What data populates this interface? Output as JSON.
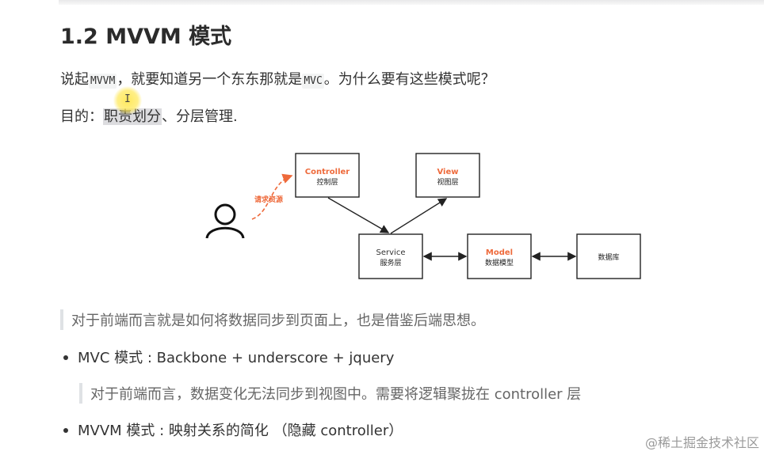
{
  "heading": "1.2 MVVM 模式",
  "intro": {
    "part1": "说起",
    "code1": "MVVM",
    "part2": "，就要知道另一个东东那就是",
    "code2": "MVC",
    "part3": "。为什么要有这些模式呢？"
  },
  "purpose": {
    "label": "目的：",
    "highlighted": "职责划分",
    "rest": "、分层管理."
  },
  "diagram": {
    "controller": {
      "title": "Controller",
      "sub": "控制层"
    },
    "view": {
      "title": "View",
      "sub": "视图层"
    },
    "service": {
      "title": "Service",
      "sub": "服务层"
    },
    "model": {
      "title": "Model",
      "sub": "数据模型"
    },
    "database": {
      "label": "数据库"
    },
    "request_label": "请求资源",
    "accent_color": "#ee6a3b"
  },
  "quote1": "对于前端而言就是如何将数据同步到页面上，也是借鉴后端思想。",
  "bullets": [
    {
      "text": "MVC 模式 : Backbone + underscore + jquery"
    },
    {
      "text": "MVVM 模式 : 映射关系的简化 （隐藏 controller）"
    }
  ],
  "quote2": "对于前端而言，数据变化无法同步到视图中。需要将逻辑聚拢在 controller 层",
  "watermark": "@稀土掘金技术社区"
}
